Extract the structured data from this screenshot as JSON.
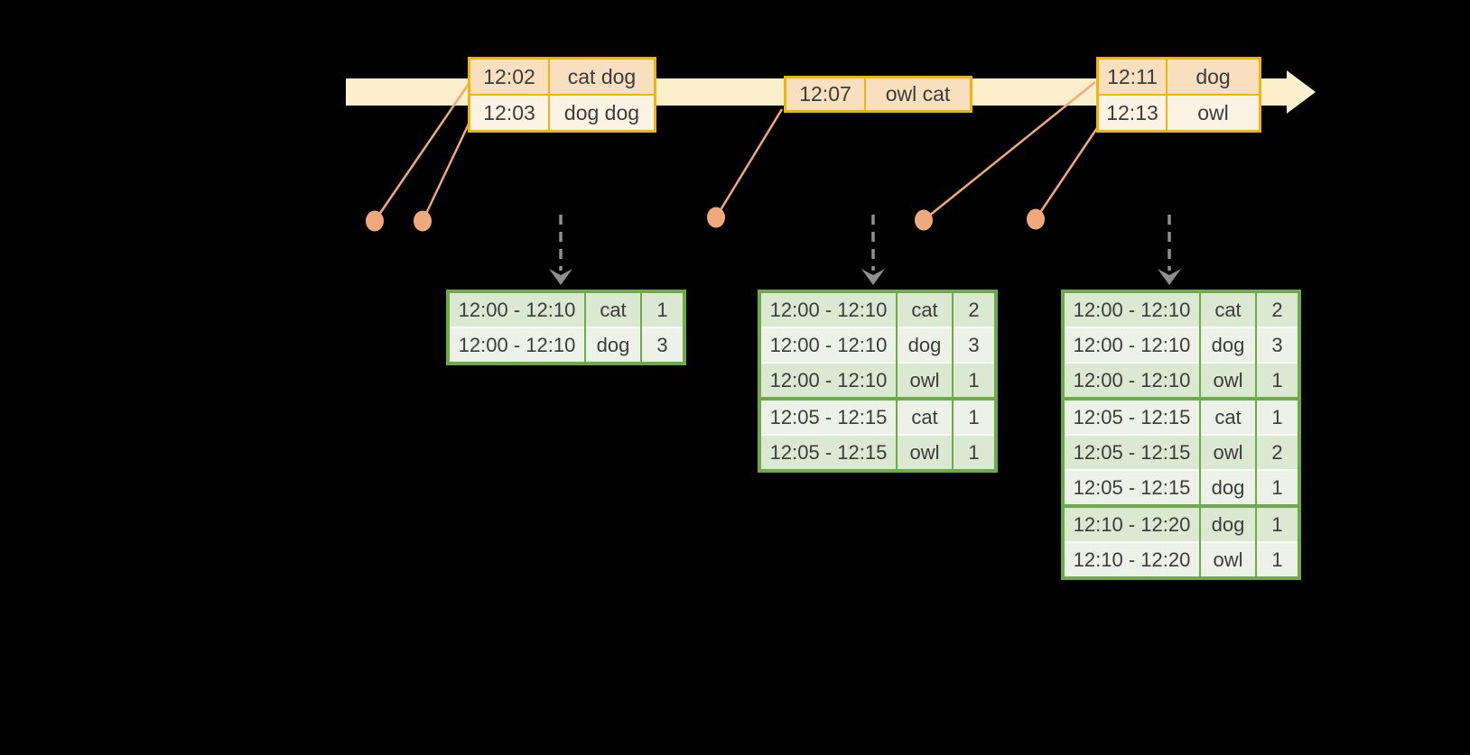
{
  "colors": {
    "background": "#000000",
    "timeline_fill": "#fbf0cb",
    "event_border": "#efb411",
    "event_row_dark": "#f8dfbe",
    "event_row_light": "#fdf3e5",
    "connector": "#efa97c",
    "trigger_arrow": "#8f8f8f",
    "result_border": "#6dab49",
    "result_row_dark": "#dbe8d2",
    "result_row_light": "#edf2e8",
    "row_divider": "#fbfbf8",
    "text": "#3c3c3c"
  },
  "events": [
    {
      "rows": [
        {
          "time": "12:02",
          "words": "cat dog"
        },
        {
          "time": "12:03",
          "words": "dog dog"
        }
      ]
    },
    {
      "rows": [
        {
          "time": "12:07",
          "words": "owl cat"
        }
      ]
    },
    {
      "rows": [
        {
          "time": "12:11",
          "words": "dog"
        },
        {
          "time": "12:13",
          "words": "owl"
        }
      ]
    }
  ],
  "results": [
    {
      "rows": [
        {
          "window": "12:00 - 12:10",
          "word": "cat",
          "count": "1"
        },
        {
          "window": "12:00 - 12:10",
          "word": "dog",
          "count": "3"
        }
      ]
    },
    {
      "rows": [
        {
          "window": "12:00 - 12:10",
          "word": "cat",
          "count": "2"
        },
        {
          "window": "12:00 - 12:10",
          "word": "dog",
          "count": "3"
        },
        {
          "window": "12:00 - 12:10",
          "word": "owl",
          "count": "1"
        },
        {
          "window": "12:05 - 12:15",
          "word": "cat",
          "count": "1"
        },
        {
          "window": "12:05 - 12:15",
          "word": "owl",
          "count": "1"
        }
      ]
    },
    {
      "rows": [
        {
          "window": "12:00 - 12:10",
          "word": "cat",
          "count": "2"
        },
        {
          "window": "12:00 - 12:10",
          "word": "dog",
          "count": "3"
        },
        {
          "window": "12:00 - 12:10",
          "word": "owl",
          "count": "1"
        },
        {
          "window": "12:05 - 12:15",
          "word": "cat",
          "count": "1"
        },
        {
          "window": "12:05 - 12:15",
          "word": "owl",
          "count": "2"
        },
        {
          "window": "12:05 - 12:15",
          "word": "dog",
          "count": "1"
        },
        {
          "window": "12:10 - 12:20",
          "word": "dog",
          "count": "1"
        },
        {
          "window": "12:10 - 12:20",
          "word": "owl",
          "count": "1"
        }
      ]
    }
  ]
}
